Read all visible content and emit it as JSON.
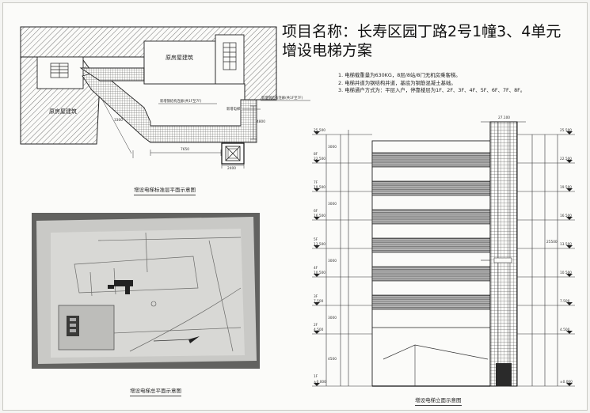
{
  "project": {
    "title_line1": "项目名称：长寿区园丁路2号1幢3、4单元",
    "title_line2": "增设电梯方案"
  },
  "notes": [
    "1. 电梯载重量为630KG，8层/8站/8门无机房乘客梯。",
    "2. 电梯井道为钢结构井道，基底为钢筋混凝土基础。",
    "3. 电梯通户方式为：平层入户，停靠楼层为1F、2F、3F、4F、5F、6F、7F、8F。"
  ],
  "plan": {
    "caption": "增设电梯标准层平面示意图",
    "label_top": "原房屋建筑",
    "label_left": "原房屋建筑",
    "dim_bottom": "7650",
    "dim_elevator": "2400",
    "dim_right": "4800",
    "dim_left": "3300",
    "tag1": "新增钢结构连廊(共1F至7F)",
    "tag2": "新增钢结构连廊(共1F至7F)",
    "tag3": "新增电梯"
  },
  "site": {
    "caption": "增设电梯总平面示意图"
  },
  "elevation": {
    "caption": "增设电梯立面示意图",
    "top_level": "27.100",
    "levels": [
      "25.500",
      "22.500",
      "19.500",
      "16.500",
      "13.500",
      "10.500",
      "7.500",
      "4.500",
      "±0.000"
    ],
    "floors": [
      "8F",
      "7F",
      "6F",
      "5F",
      "4F",
      "3F",
      "2F",
      "1F"
    ],
    "floor_height": "3000",
    "ground_height": "4500",
    "total_height": "25500"
  }
}
